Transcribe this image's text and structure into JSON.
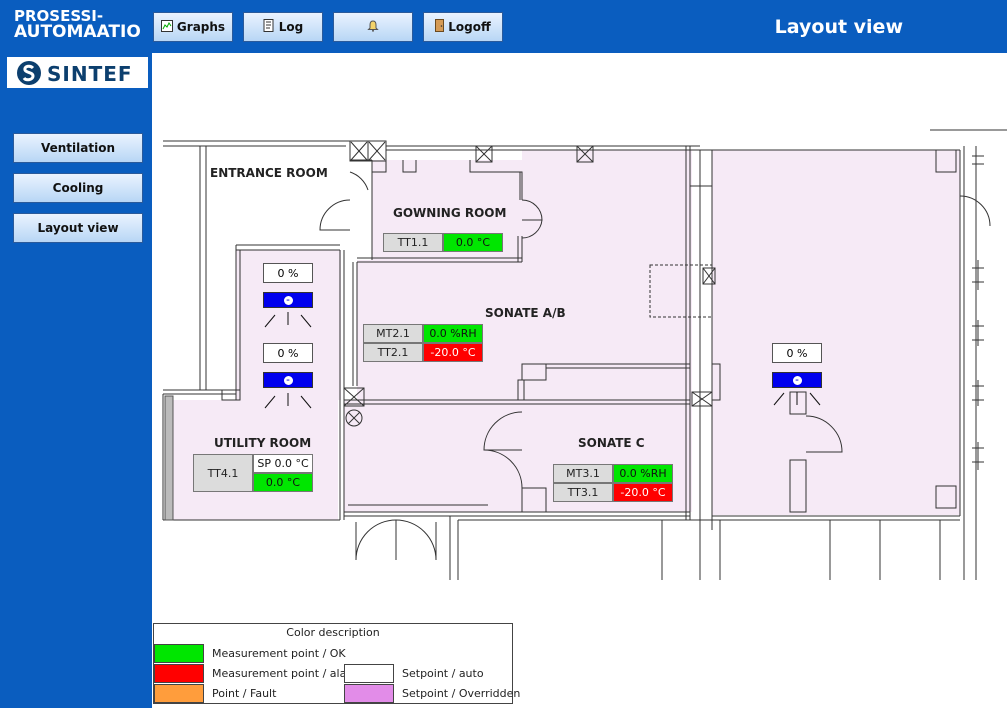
{
  "header": {
    "logo_line1": "PROSESSI-",
    "logo_line2": "AUTOMAATIO",
    "sintef": "SINTEF",
    "page_title": "Layout view",
    "buttons": [
      {
        "label": "Graphs",
        "icon": "graph-icon"
      },
      {
        "label": "Log",
        "icon": "log-icon"
      },
      {
        "label": "",
        "icon": "bell-icon"
      },
      {
        "label": "Logoff",
        "icon": "door-icon"
      }
    ]
  },
  "sidebar": {
    "items": [
      {
        "label": "Ventilation"
      },
      {
        "label": "Cooling"
      },
      {
        "label": "Layout view"
      }
    ]
  },
  "rooms": {
    "entrance": "ENTRANCE ROOM",
    "gowning": "GOWNING ROOM",
    "sonate_ab": "SONATE A/B",
    "utility": "UTILITY ROOM",
    "sonate_c": "SONATE C"
  },
  "points": {
    "tt11": {
      "tag": "TT1.1",
      "value": "0.0 °C"
    },
    "mt21": {
      "tag": "MT2.1",
      "value": "0.0 %RH"
    },
    "tt21": {
      "tag": "TT2.1",
      "value": "-20.0 °C"
    },
    "tt41": {
      "tag": "TT4.1",
      "setpoint": "SP 0.0 °C",
      "value": "0.0 °C"
    },
    "mt31": {
      "tag": "MT3.1",
      "value": "0.0 %RH"
    },
    "tt31": {
      "tag": "TT3.1",
      "value": "-20.0 °C"
    }
  },
  "fans": [
    {
      "pct": "0 %"
    },
    {
      "pct": "0 %"
    },
    {
      "pct": "0 %"
    }
  ],
  "legend": {
    "title": "Color description",
    "items": [
      {
        "label": "Measurement point / OK",
        "color": "#00e600"
      },
      {
        "label": "Measurement point / alarm",
        "color": "#ff0000"
      },
      {
        "label": "Point / Fault",
        "color": "#ff9d3c"
      },
      {
        "label": "Setpoint / auto",
        "color": "#ffffff"
      },
      {
        "label": "Setpoint / Overridden",
        "color": "#e28ce8"
      }
    ]
  },
  "colors": {
    "brand_blue": "#0a5dbf",
    "room_fill": "#f6eaf6",
    "ok": "#00e600",
    "alarm": "#ff0000",
    "fan_blue": "#0000ee"
  }
}
